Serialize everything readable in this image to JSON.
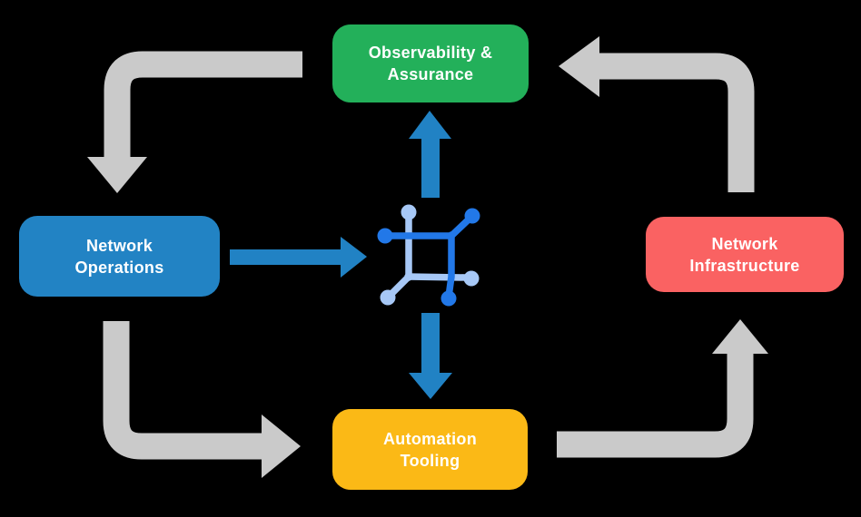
{
  "boxes": {
    "observability": {
      "line1": "Observability &",
      "line2": "Assurance"
    },
    "operations": {
      "line1": "Network",
      "line2": "Operations"
    },
    "infrastructure": {
      "line1": "Network",
      "line2": "Infrastructure"
    },
    "automation": {
      "line1": "Automation",
      "line2": "Tooling"
    }
  },
  "icons": {
    "center": "network-nodes-icon"
  },
  "colors": {
    "background": "#000000",
    "box_green": "#23b05a",
    "box_blue": "#2283c4",
    "box_red": "#fa6262",
    "box_yellow": "#fbb916",
    "text": "#ffffff",
    "arrow_gray": "#cacaca",
    "arrow_blue": "#2182c4",
    "icon_dark_blue": "#2278e8",
    "icon_light_blue": "#a7c8f6"
  }
}
